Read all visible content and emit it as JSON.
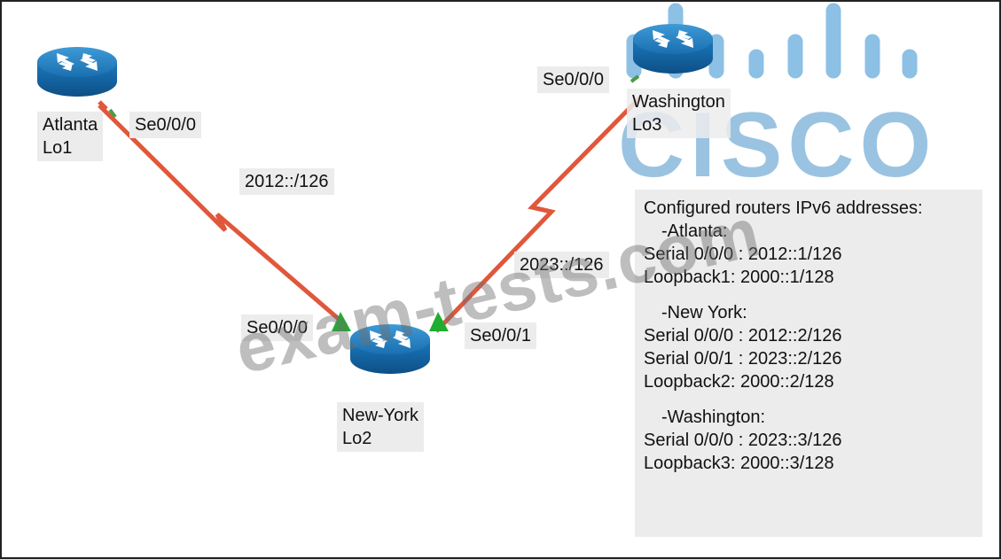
{
  "logo": {
    "wordmark": "CISCO",
    "bar_color": "#6fb0de",
    "word_color": "#78afd7"
  },
  "watermark": "exam-tests.com",
  "routers": [
    {
      "name": "Atlanta",
      "loopback": "Lo1",
      "icon": "router-icon"
    },
    {
      "name": "New-York",
      "loopback": "Lo2",
      "icon": "router-icon"
    },
    {
      "name": "Washington",
      "loopback": "Lo3",
      "icon": "router-icon"
    }
  ],
  "links": [
    {
      "subnet": "2012::/126",
      "a_interface": "Se0/0/0",
      "b_interface": "Se0/0/0",
      "color": "#e0573b"
    },
    {
      "subnet": "2023::/126",
      "a_interface": "Se0/0/1",
      "b_interface": "Se0/0/0",
      "color": "#e0573b"
    }
  ],
  "info": {
    "title": "Configured routers IPv6 addresses:",
    "sections": [
      {
        "heading": "-Atlanta:",
        "lines": [
          "Serial 0/0/0 : 2012::1/126",
          "Loopback1: 2000::1/128"
        ]
      },
      {
        "heading": "-New York:",
        "lines": [
          "Serial 0/0/0 : 2012::2/126",
          "Serial 0/0/1 : 2023::2/126",
          "Loopback2: 2000::2/128"
        ]
      },
      {
        "heading": "-Washington:",
        "lines": [
          "Serial 0/0/0 : 2023::3/126",
          "Loopback3: 2000::3/128"
        ]
      }
    ]
  }
}
